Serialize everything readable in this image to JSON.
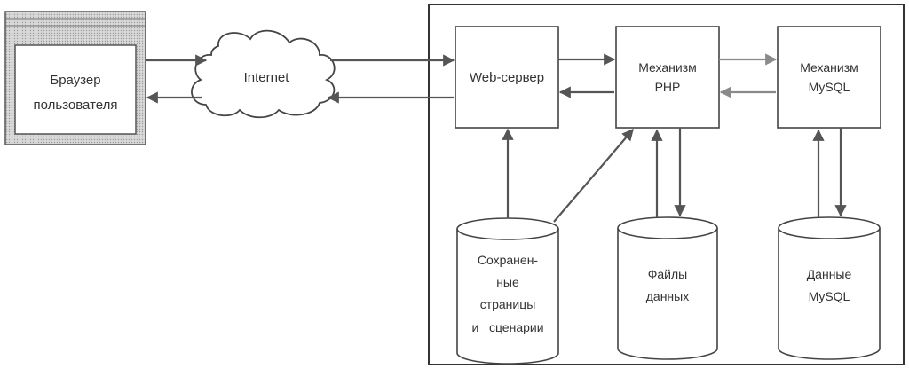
{
  "browser": {
    "label_line1": "Браузер",
    "label_line2": "пользователя"
  },
  "internet": {
    "label": "Internet"
  },
  "web_server": {
    "label": "Web-сервер"
  },
  "php_engine": {
    "label_line1": "Механизм",
    "label_line2": "PHP"
  },
  "mysql_engine": {
    "label_line1": "Механизм",
    "label_line2": "MySQL"
  },
  "saved_pages": {
    "lines": [
      "Сохранен-",
      "ные",
      "страницы",
      "и   сценарии"
    ]
  },
  "data_files": {
    "lines": [
      "Файлы",
      "данных"
    ]
  },
  "mysql_data": {
    "lines": [
      "Данные",
      "MySQL"
    ]
  },
  "colors": {
    "stroke": "#444444",
    "window_hatch": "#b5b5b5",
    "arrow": "#555555"
  }
}
